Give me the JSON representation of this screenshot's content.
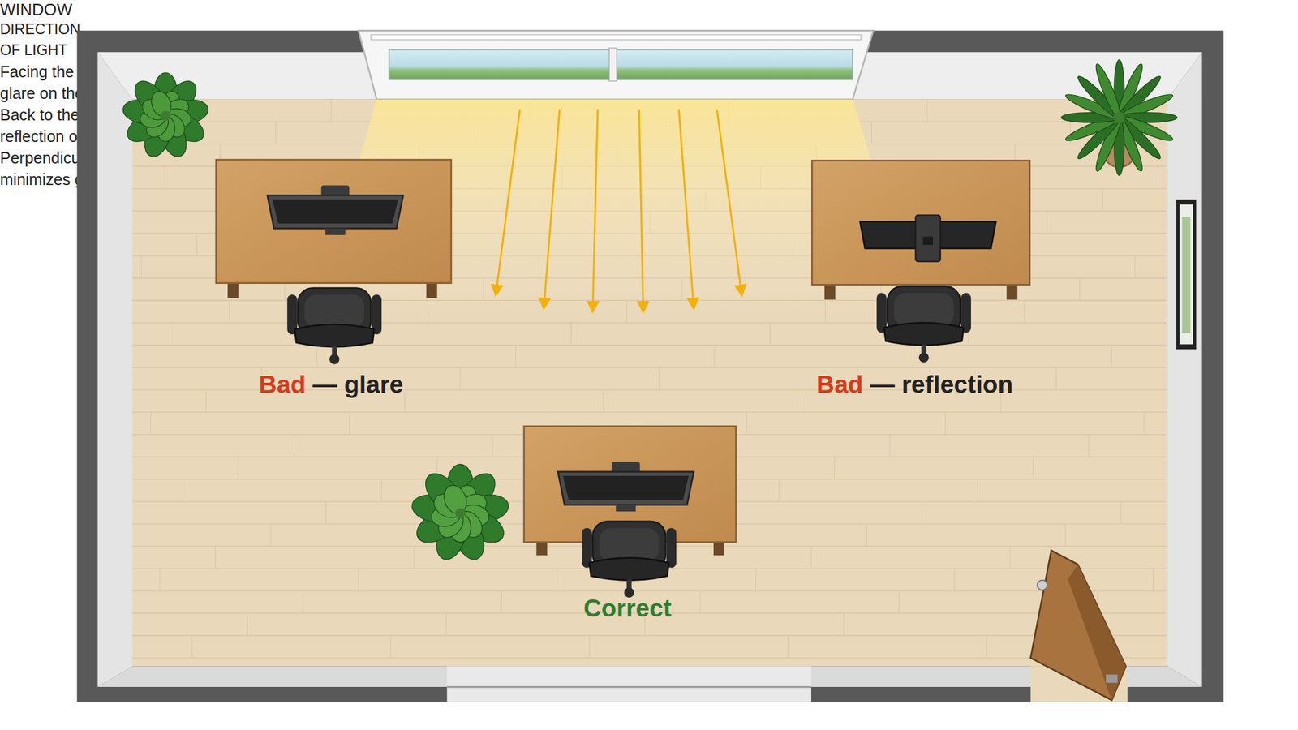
{
  "diagram": {
    "labels": [
      "WINDOW",
      "DIRECTION OF LIGHT",
      "Bad",
      "— glare",
      "Facing the window causes glare on the screen.",
      "Bad",
      "— reflection",
      "Back to the window causes reflection on the screen.",
      "Correct",
      "Perpendicular to the window minimizes glare and reflection."
    ]
  }
}
